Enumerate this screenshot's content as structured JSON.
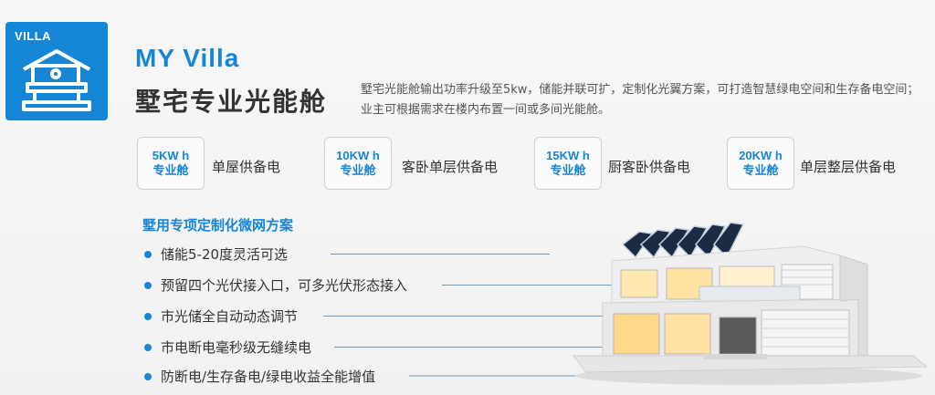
{
  "logo": {
    "label": "VILLA",
    "icon": "villa-house-icon"
  },
  "brand": "MY Villa",
  "title": "墅宅专业光能舱",
  "description": "墅宅光能舱输出功率升级至5kw，储能并联可扩，定制化光翼方案，可打造智慧绿电空间和生存备电空间；业主可根据需求在楼内布置一间或多间光能舱。",
  "cards": [
    {
      "capacity": "5KW h",
      "sub": "专业舱",
      "label": "单屋供备电"
    },
    {
      "capacity": "10KW h",
      "sub": "专业舱",
      "label": "客卧单层供备电"
    },
    {
      "capacity": "15KW h",
      "sub": "专业舱",
      "label": "厨客卧供备电"
    },
    {
      "capacity": "20KW h",
      "sub": "专业舱",
      "label": "单层整层供备电"
    }
  ],
  "section": {
    "title": "墅用专项定制化微网方案",
    "items": [
      "储能5-20度灵活可选",
      "预留四个光伏接入口，可多光伏形态接入",
      "市光储全自动动态调节",
      "市电断电毫秒级无缝续电",
      "防断电/生存备电/绿电收益全能增值"
    ]
  },
  "colors": {
    "accent": "#1586d6",
    "text": "#333333",
    "background": "#f4f4f4"
  }
}
